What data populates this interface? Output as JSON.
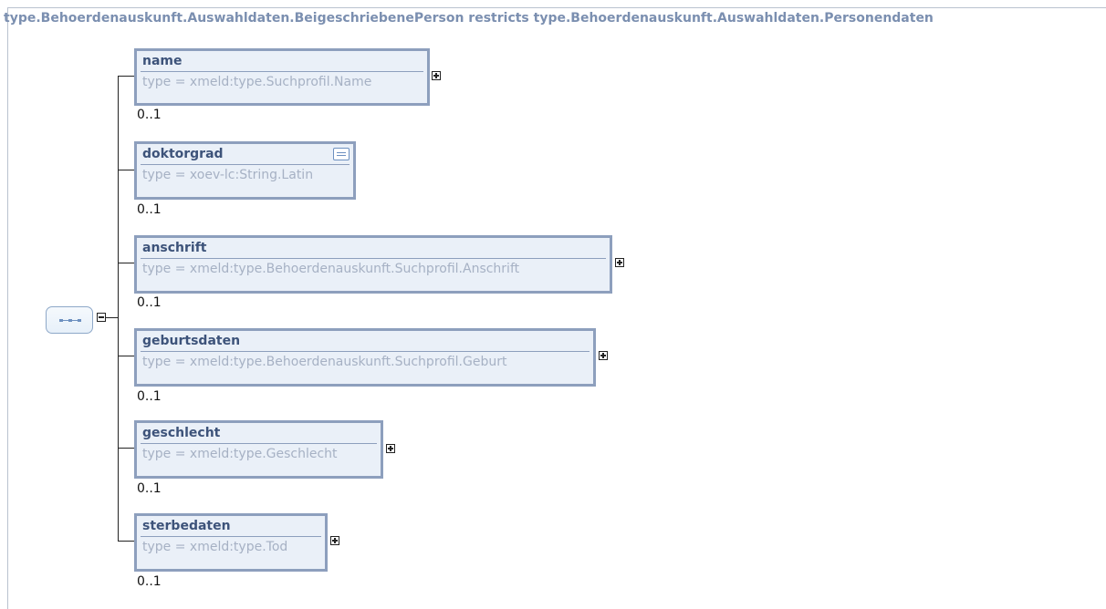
{
  "diagram": {
    "title": "type.Behoerdenauskunft.Auswahldaten.BeigeschriebenePerson restricts type.Behoerdenauskunft.Auswahldaten.Personendaten",
    "sequence": {
      "icon": "sequence-icon",
      "toggle_icon": "collapse-icon"
    },
    "elements": [
      {
        "name": "name",
        "type": "type = xmeld:type.Suchprofil.Name",
        "cardinality": "0..1",
        "expandable": true
      },
      {
        "name": "doktorgrad",
        "type": "type = xoev-lc:String.Latin",
        "cardinality": "0..1",
        "expandable": false,
        "annotation_icon": "documentation-icon"
      },
      {
        "name": "anschrift",
        "type": "type = xmeld:type.Behoerdenauskunft.Suchprofil.Anschrift",
        "cardinality": "0..1",
        "expandable": true
      },
      {
        "name": "geburtsdaten",
        "type": "type = xmeld:type.Behoerdenauskunft.Suchprofil.Geburt",
        "cardinality": "0..1",
        "expandable": true
      },
      {
        "name": "geschlecht",
        "type": "type = xmeld:type.Geschlecht",
        "cardinality": "0..1",
        "expandable": true
      },
      {
        "name": "sterbedaten",
        "type": "type = xmeld:type.Tod",
        "cardinality": "0..1",
        "expandable": true
      }
    ]
  },
  "colors": {
    "title": "#7b8fb0",
    "node_border": "#8d9fbd",
    "node_fill": "#eaf0f8",
    "node_name": "#3d537a",
    "node_type": "#a6b1c4"
  }
}
